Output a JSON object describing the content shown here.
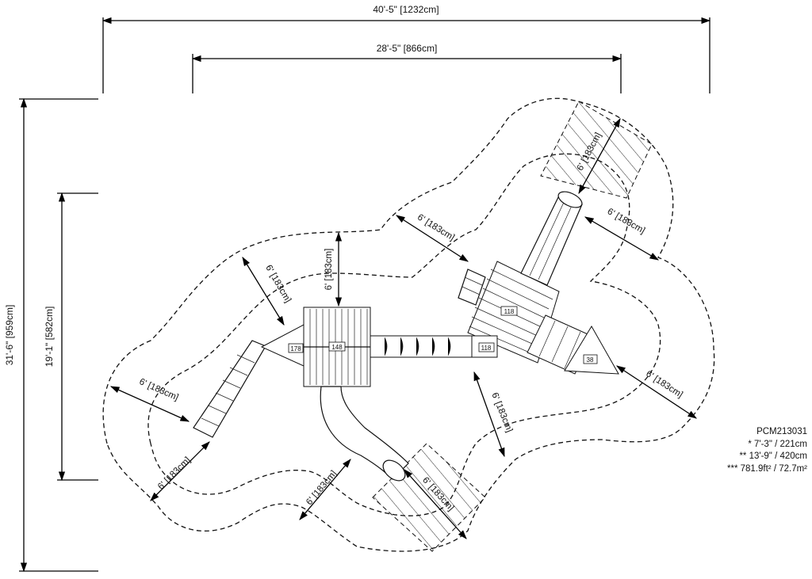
{
  "overall": {
    "width_label": "40'-5\" [1232cm]",
    "depth_label": "31'-6\" [959cm]"
  },
  "structure": {
    "width_label": "28'-5\" [866cm]",
    "depth_label": "19'-1\" [582cm]"
  },
  "clearance_label": "6' [183cm]",
  "component_tags": [
    "178",
    "148",
    "118",
    "118",
    "38"
  ],
  "spec": {
    "model": "PCM213031",
    "line1": "* 7'-3\" / 221cm",
    "line2": "** 13'-9\" / 420cm",
    "line3": "*** 781.9ft² / 72.7m²"
  }
}
